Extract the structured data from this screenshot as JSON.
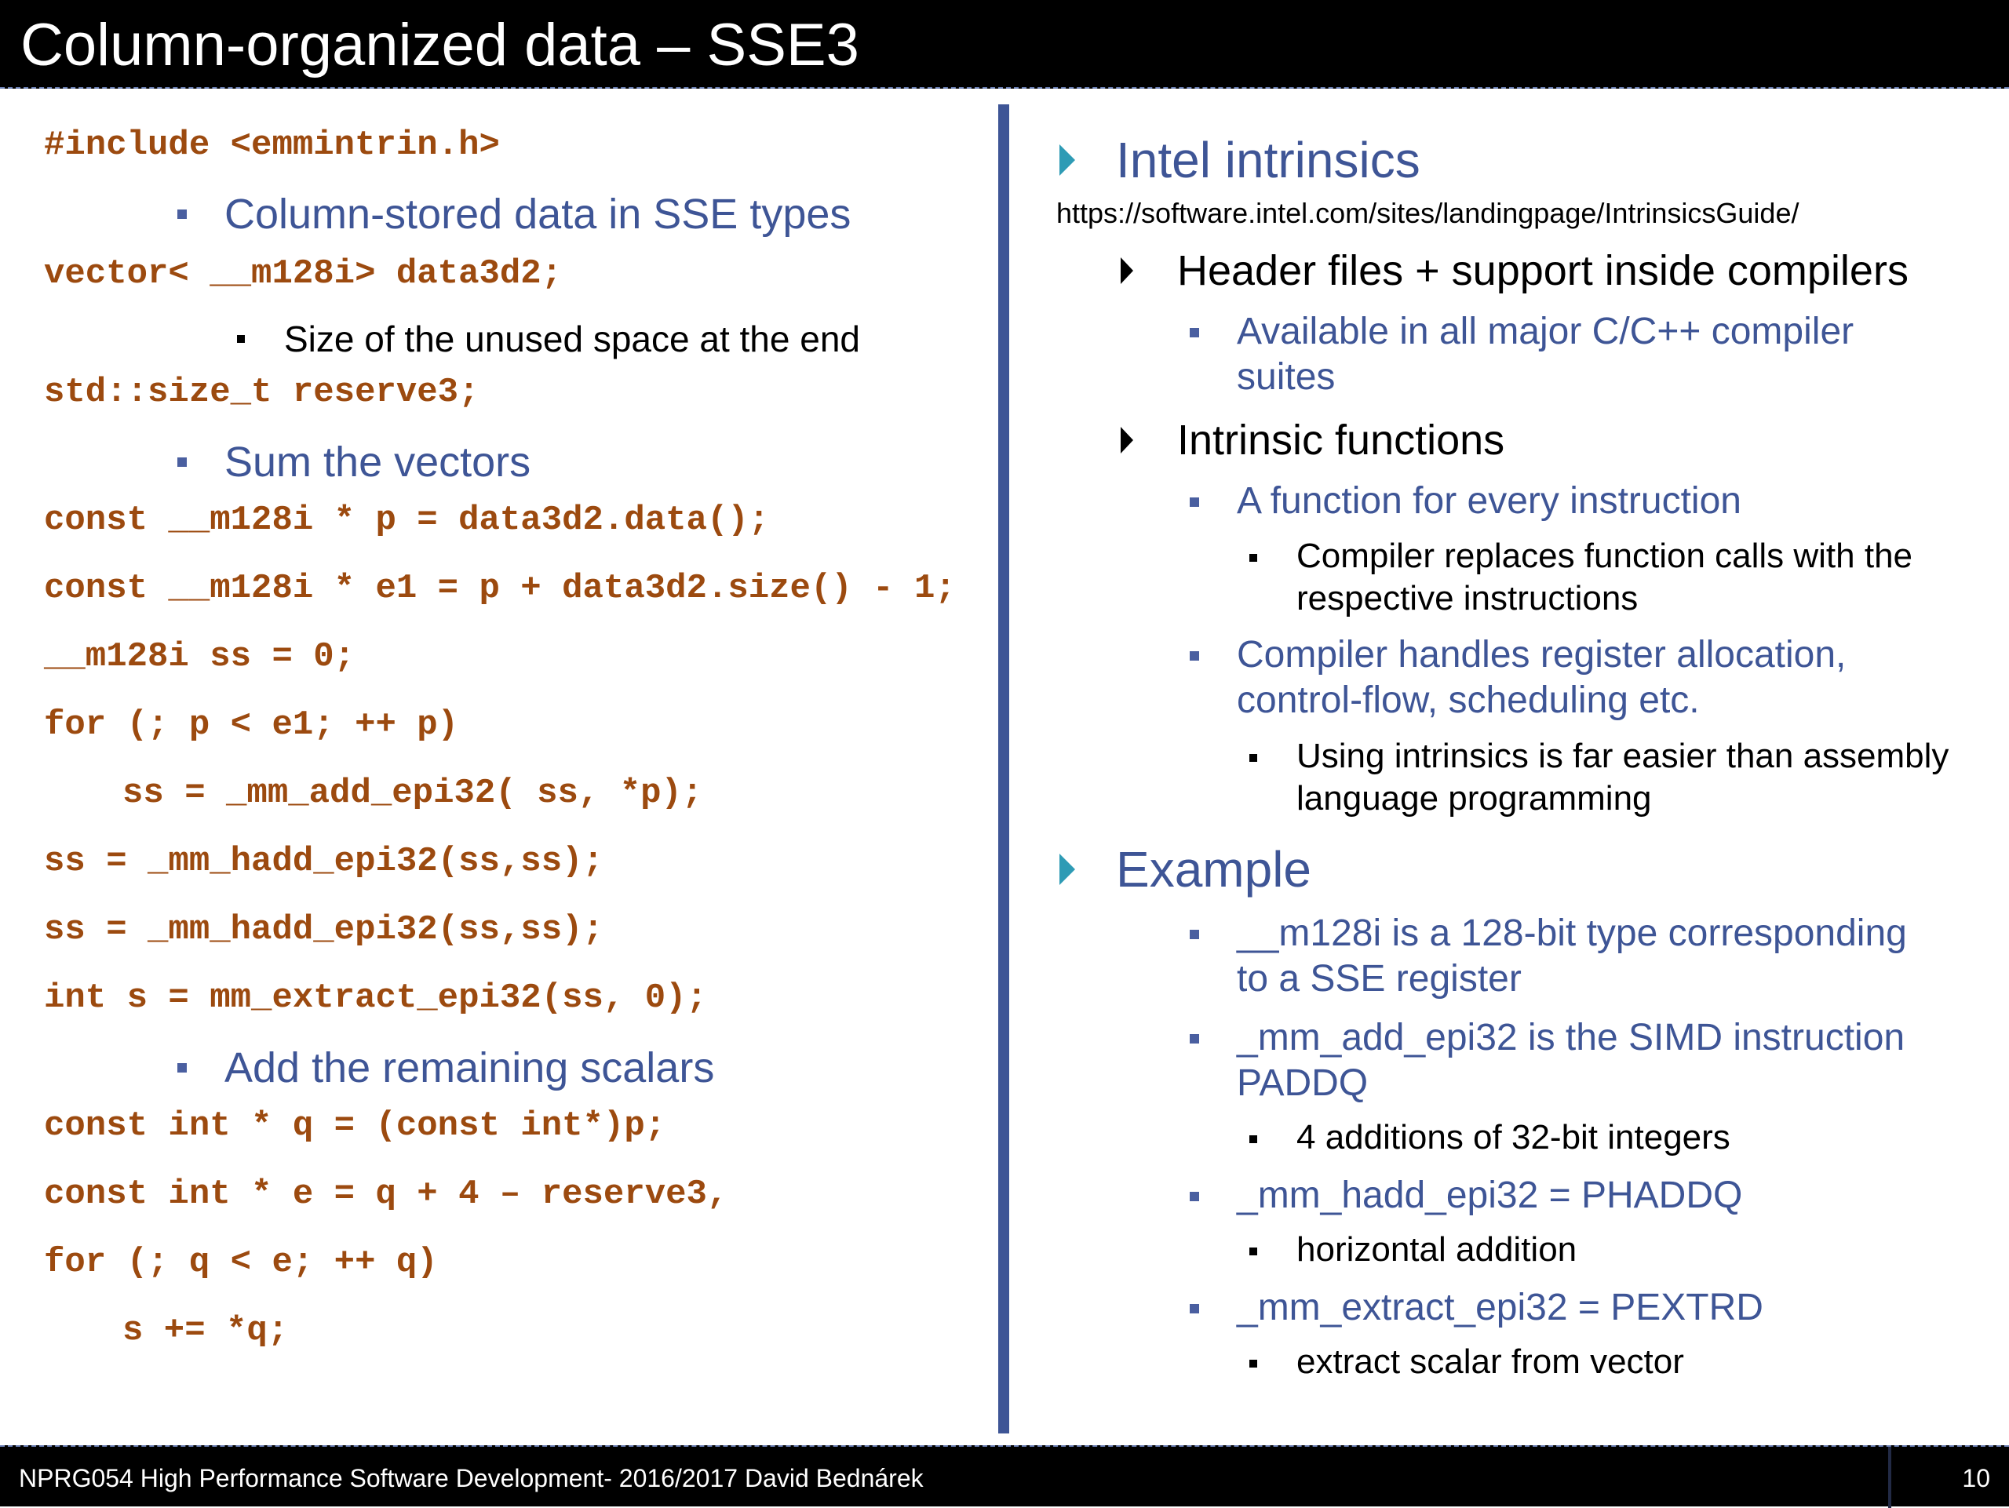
{
  "title": "Column-organized data – SSE3",
  "left": {
    "code_include": "#include <emmintrin.h>",
    "bullet1": "Column-stored data in SSE types",
    "code_vector": "vector< __m128i> data3d2;",
    "bullet2": "Size of the unused space at the end",
    "code_reserve": "std::size_t reserve3;",
    "bullet3": "Sum the vectors",
    "code_p": "const __m128i * p = data3d2.data();",
    "code_e1": "const __m128i * e1 = p + data3d2.size() - 1;",
    "code_ss0": "__m128i ss = 0;",
    "code_for1": "for (; p < e1; ++ p)",
    "code_add": "ss = _mm_add_epi32( ss, *p);",
    "code_hadd1": "ss = _mm_hadd_epi32(ss,ss);",
    "code_hadd2": "ss = _mm_hadd_epi32(ss,ss);",
    "code_extract": "int s = mm_extract_epi32(ss, 0);",
    "bullet4": "Add the remaining scalars",
    "code_q": "const int * q = (const int*)p;",
    "code_e": "const int * e = q + 4 – reserve3,",
    "code_for2": "for (; q < e; ++ q)",
    "code_sum": "s += *q;"
  },
  "right": {
    "h1": "Intel intrinsics",
    "url": "https://software.intel.com/sites/landingpage/IntrinsicsGuide/",
    "h1_sub1": "Header files + support inside compilers",
    "h1_sub1_b1_line1": "Available in all major C/C++ compiler",
    "h1_sub1_b1_line2": "suites",
    "h1_sub2": "Intrinsic functions",
    "h1_sub2_b1": "A function for every instruction",
    "h1_sub2_b1_s1_line1": "Compiler replaces function calls with the",
    "h1_sub2_b1_s1_line2": "respective instructions",
    "h1_sub2_b2_line1": "Compiler handles register allocation,",
    "h1_sub2_b2_line2": "control-flow, scheduling etc.",
    "h1_sub2_b2_s1_line1": "Using intrinsics is far easier than assembly",
    "h1_sub2_b2_s1_line2": "language programming",
    "h2": "Example",
    "ex_b1_line1": "__m128i is a 128-bit type corresponding",
    "ex_b1_line2": "to a SSE register",
    "ex_b2_line1": "_mm_add_epi32 is the SIMD instruction",
    "ex_b2_line2": "PADDQ",
    "ex_b2_s1": "4 additions of 32-bit integers",
    "ex_b3": "_mm_hadd_epi32 = PHADDQ",
    "ex_b3_s1": "horizontal addition",
    "ex_b4": "_mm_extract_epi32 = PEXTRD",
    "ex_b4_s1": "extract scalar from vector"
  },
  "footer": {
    "text": "NPRG054 High Performance Software Development- 2016/2017 David Bednárek",
    "page": "10"
  },
  "colors": {
    "code": "#9c4a0f",
    "blue_text": "#3e5596",
    "teal_arrow": "#2e9bb5",
    "bar": "#000000"
  }
}
